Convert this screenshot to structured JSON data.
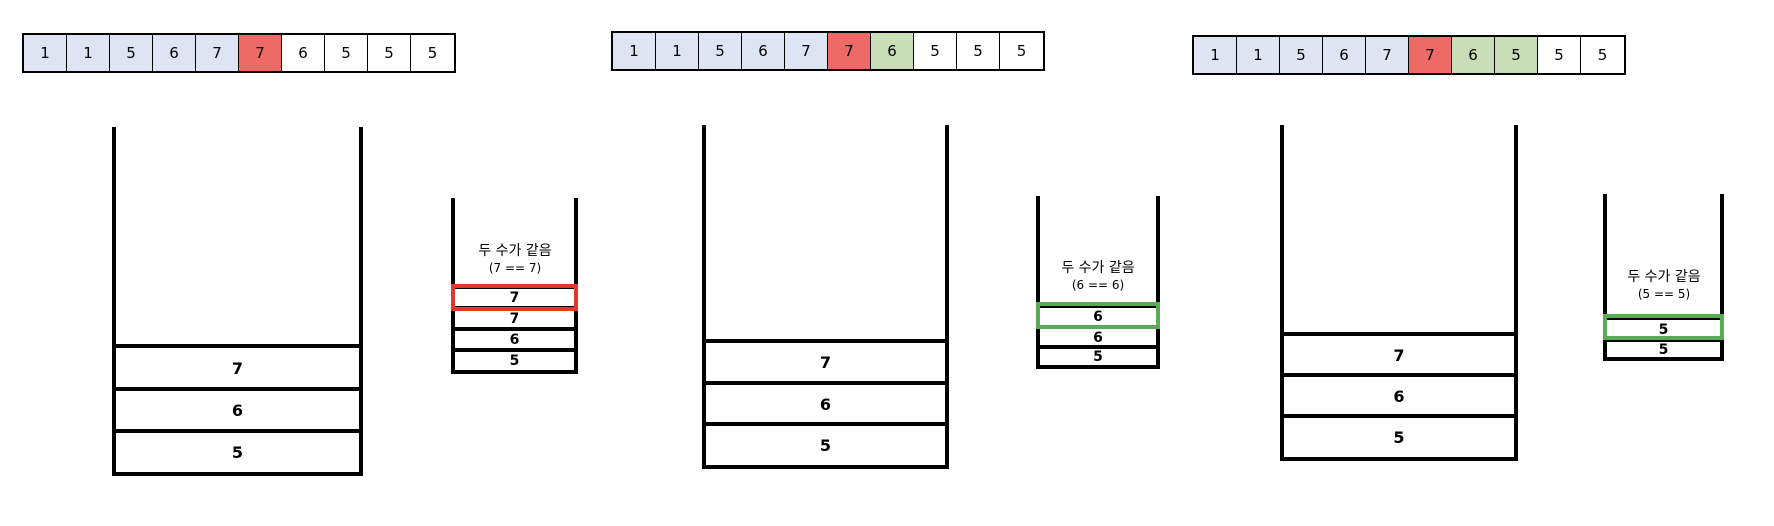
{
  "panels": [
    {
      "array": [
        "1",
        "1",
        "5",
        "6",
        "7",
        "7",
        "6",
        "5",
        "5",
        "5"
      ],
      "states": [
        "done",
        "done",
        "done",
        "done",
        "done",
        "red",
        "none",
        "none",
        "none",
        "none"
      ],
      "big_stack": [
        "7",
        "6",
        "5"
      ],
      "note_line1": "두 수가 같음",
      "note_line2": "(7 == 7)",
      "small_stack": [
        "7",
        "7",
        "6",
        "5"
      ],
      "highlight": "red"
    },
    {
      "array": [
        "1",
        "1",
        "5",
        "6",
        "7",
        "7",
        "6",
        "5",
        "5",
        "5"
      ],
      "states": [
        "done",
        "done",
        "done",
        "done",
        "done",
        "red",
        "green",
        "none",
        "none",
        "none"
      ],
      "big_stack": [
        "7",
        "6",
        "5"
      ],
      "note_line1": "두 수가 같음",
      "note_line2": "(6 == 6)",
      "small_stack": [
        "6",
        "6",
        "5"
      ],
      "highlight": "green"
    },
    {
      "array": [
        "1",
        "1",
        "5",
        "6",
        "7",
        "7",
        "6",
        "5",
        "5",
        "5"
      ],
      "states": [
        "done",
        "done",
        "done",
        "done",
        "done",
        "red",
        "green",
        "green",
        "none",
        "none"
      ],
      "big_stack": [
        "7",
        "6",
        "5"
      ],
      "note_line1": "두 수가 같음",
      "note_line2": "(5 == 5)",
      "small_stack": [
        "5",
        "5"
      ],
      "highlight": "green"
    }
  ],
  "colors": {
    "done": "#dde5f2",
    "red": "#ee6a67",
    "green": "#c9ddb6",
    "highlight_red": "#e0382b",
    "highlight_green": "#5aab55"
  }
}
